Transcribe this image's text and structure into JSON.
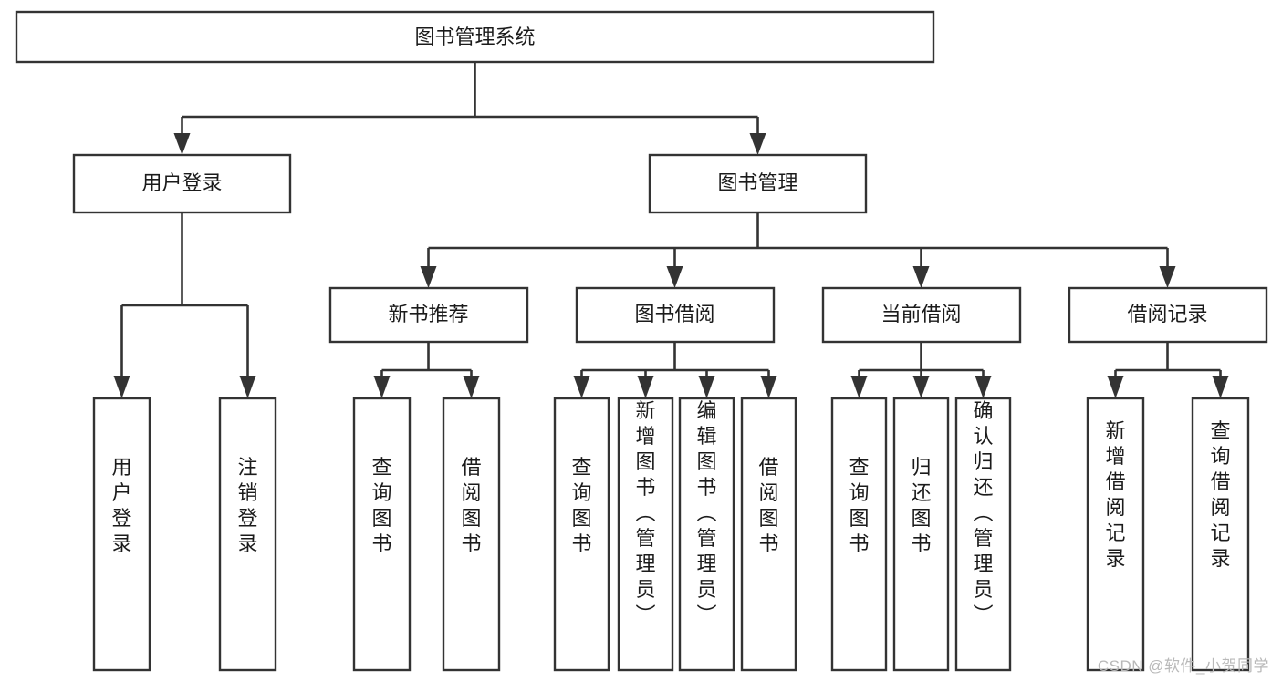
{
  "diagram": {
    "type": "tree-hierarchy",
    "title": "图书管理系统",
    "watermark": "CSDN @软件_小贺同学",
    "colors": {
      "background": "#ffffff",
      "stroke": "#333333",
      "box_fill": "#ffffff",
      "text": "#1b1b1b",
      "watermark": "#b9b9b9"
    },
    "levels": {
      "root": {
        "label": "图书管理系统"
      },
      "level2": [
        {
          "id": "user-login",
          "label": "用户登录"
        },
        {
          "id": "book-management",
          "label": "图书管理"
        }
      ],
      "level3": [
        {
          "id": "new-book-recommend",
          "label": "新书推荐",
          "parent": "book-management"
        },
        {
          "id": "book-borrow",
          "label": "图书借阅",
          "parent": "book-management"
        },
        {
          "id": "current-borrow",
          "label": "当前借阅",
          "parent": "book-management"
        },
        {
          "id": "borrow-record",
          "label": "借阅记录",
          "parent": "book-management"
        }
      ],
      "leaves": [
        {
          "id": "leaf-user-login",
          "label": "用户登录",
          "parent": "user-login"
        },
        {
          "id": "leaf-logout-login",
          "label": "注销登录",
          "parent": "user-login"
        },
        {
          "id": "leaf-query-book-1",
          "label": "查询图书",
          "parent": "new-book-recommend"
        },
        {
          "id": "leaf-borrow-book-1",
          "label": "借阅图书",
          "parent": "new-book-recommend"
        },
        {
          "id": "leaf-query-book-2",
          "label": "查询图书",
          "parent": "book-borrow"
        },
        {
          "id": "leaf-add-book",
          "label": "新增图书（管理员）",
          "parent": "book-borrow"
        },
        {
          "id": "leaf-edit-book",
          "label": "编辑图书（管理员）",
          "parent": "book-borrow"
        },
        {
          "id": "leaf-borrow-book-2",
          "label": "借阅图书",
          "parent": "book-borrow"
        },
        {
          "id": "leaf-query-book-3",
          "label": "查询图书",
          "parent": "current-borrow"
        },
        {
          "id": "leaf-return-book",
          "label": "归还图书",
          "parent": "current-borrow"
        },
        {
          "id": "leaf-confirm-return",
          "label": "确认归还（管理员）",
          "parent": "current-borrow"
        },
        {
          "id": "leaf-add-record",
          "label": "新增借阅记录",
          "parent": "borrow-record"
        },
        {
          "id": "leaf-query-record",
          "label": "查询借阅记录",
          "parent": "borrow-record"
        }
      ]
    }
  }
}
